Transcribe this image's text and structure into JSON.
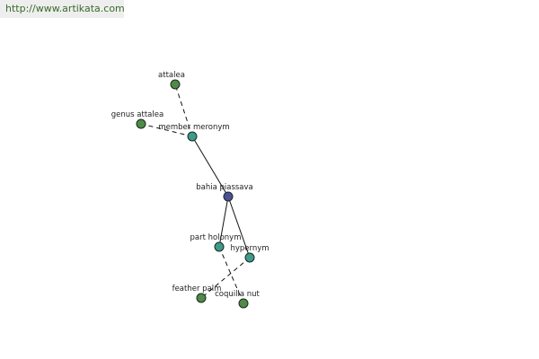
{
  "header": {
    "site_url": "http://www.artikata.com"
  },
  "colors": {
    "root": "#4c4f9c",
    "relation": "#3f9a8e",
    "leaf": "#4f8a49"
  },
  "graph": {
    "nodes": [
      {
        "id": "attalea",
        "label": "attalea",
        "kind": "leaf"
      },
      {
        "id": "genus-attalea",
        "label": "genus attalea",
        "kind": "leaf"
      },
      {
        "id": "member-meronym",
        "label": "member meronym",
        "kind": "relation"
      },
      {
        "id": "bahia-piassava",
        "label": "bahia piassava",
        "kind": "root"
      },
      {
        "id": "part-holonym",
        "label": "part holonym",
        "kind": "relation"
      },
      {
        "id": "hypernym",
        "label": "hypernym",
        "kind": "relation"
      },
      {
        "id": "feather-palm",
        "label": "feather palm",
        "kind": "leaf"
      },
      {
        "id": "coquilla-nut",
        "label": "coquilla nut",
        "kind": "leaf"
      }
    ],
    "edges": [
      {
        "from": "bahia-piassava",
        "to": "member-meronym",
        "style": "solid"
      },
      {
        "from": "bahia-piassava",
        "to": "part-holonym",
        "style": "solid"
      },
      {
        "from": "bahia-piassava",
        "to": "hypernym",
        "style": "solid"
      },
      {
        "from": "member-meronym",
        "to": "attalea",
        "style": "dashed"
      },
      {
        "from": "member-meronym",
        "to": "genus-attalea",
        "style": "dashed"
      },
      {
        "from": "part-holonym",
        "to": "coquilla-nut",
        "style": "dashed"
      },
      {
        "from": "hypernym",
        "to": "feather-palm",
        "style": "dashed"
      }
    ]
  }
}
